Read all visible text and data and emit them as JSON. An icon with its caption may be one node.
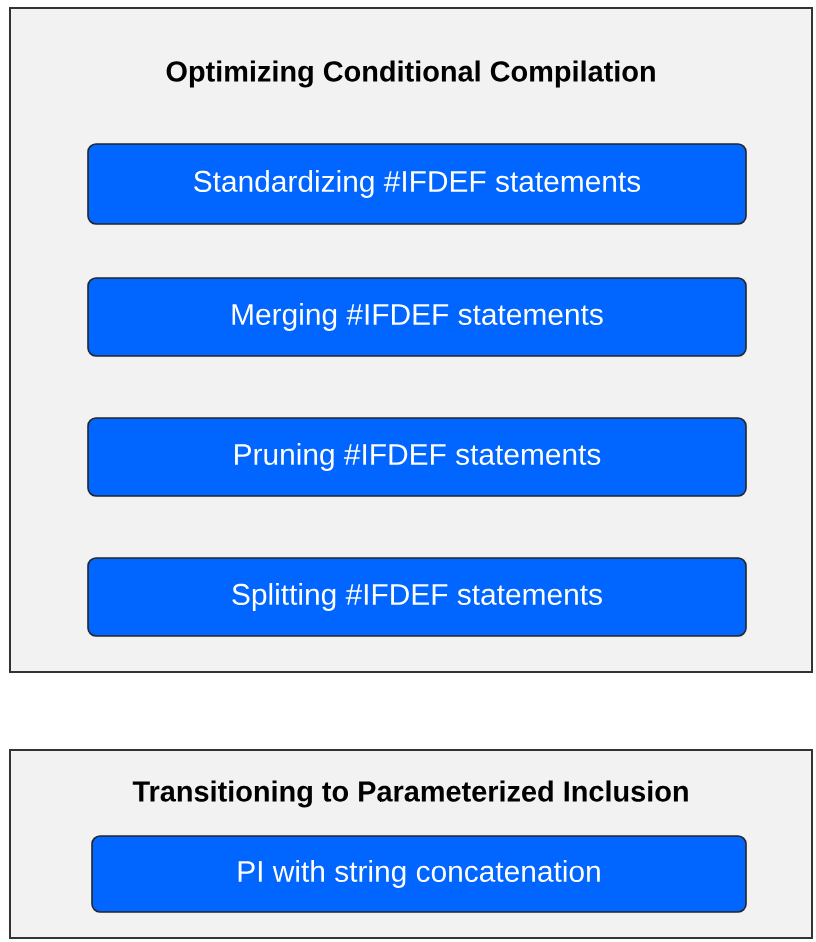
{
  "diagram": {
    "nodes": [
      {
        "text": [
          "Optimizing Conditional Compilation"
        ]
      },
      {
        "text": [
          "Standardizing #IFDEF statements"
        ],
        "in": 0
      },
      {
        "text": [
          "Merging #IFDEF statements"
        ],
        "in": 0
      },
      {
        "text": [
          "Pruning #IFDEF statements"
        ],
        "in": 0
      },
      {
        "text": [
          "Splitting #IFDEF statements"
        ],
        "in": 0
      },
      {
        "text": [
          "Transitioning to Parameterized Inclusion"
        ]
      },
      {
        "text": [
          "PI with string concatenation"
        ],
        "in": 5
      }
    ]
  }
}
